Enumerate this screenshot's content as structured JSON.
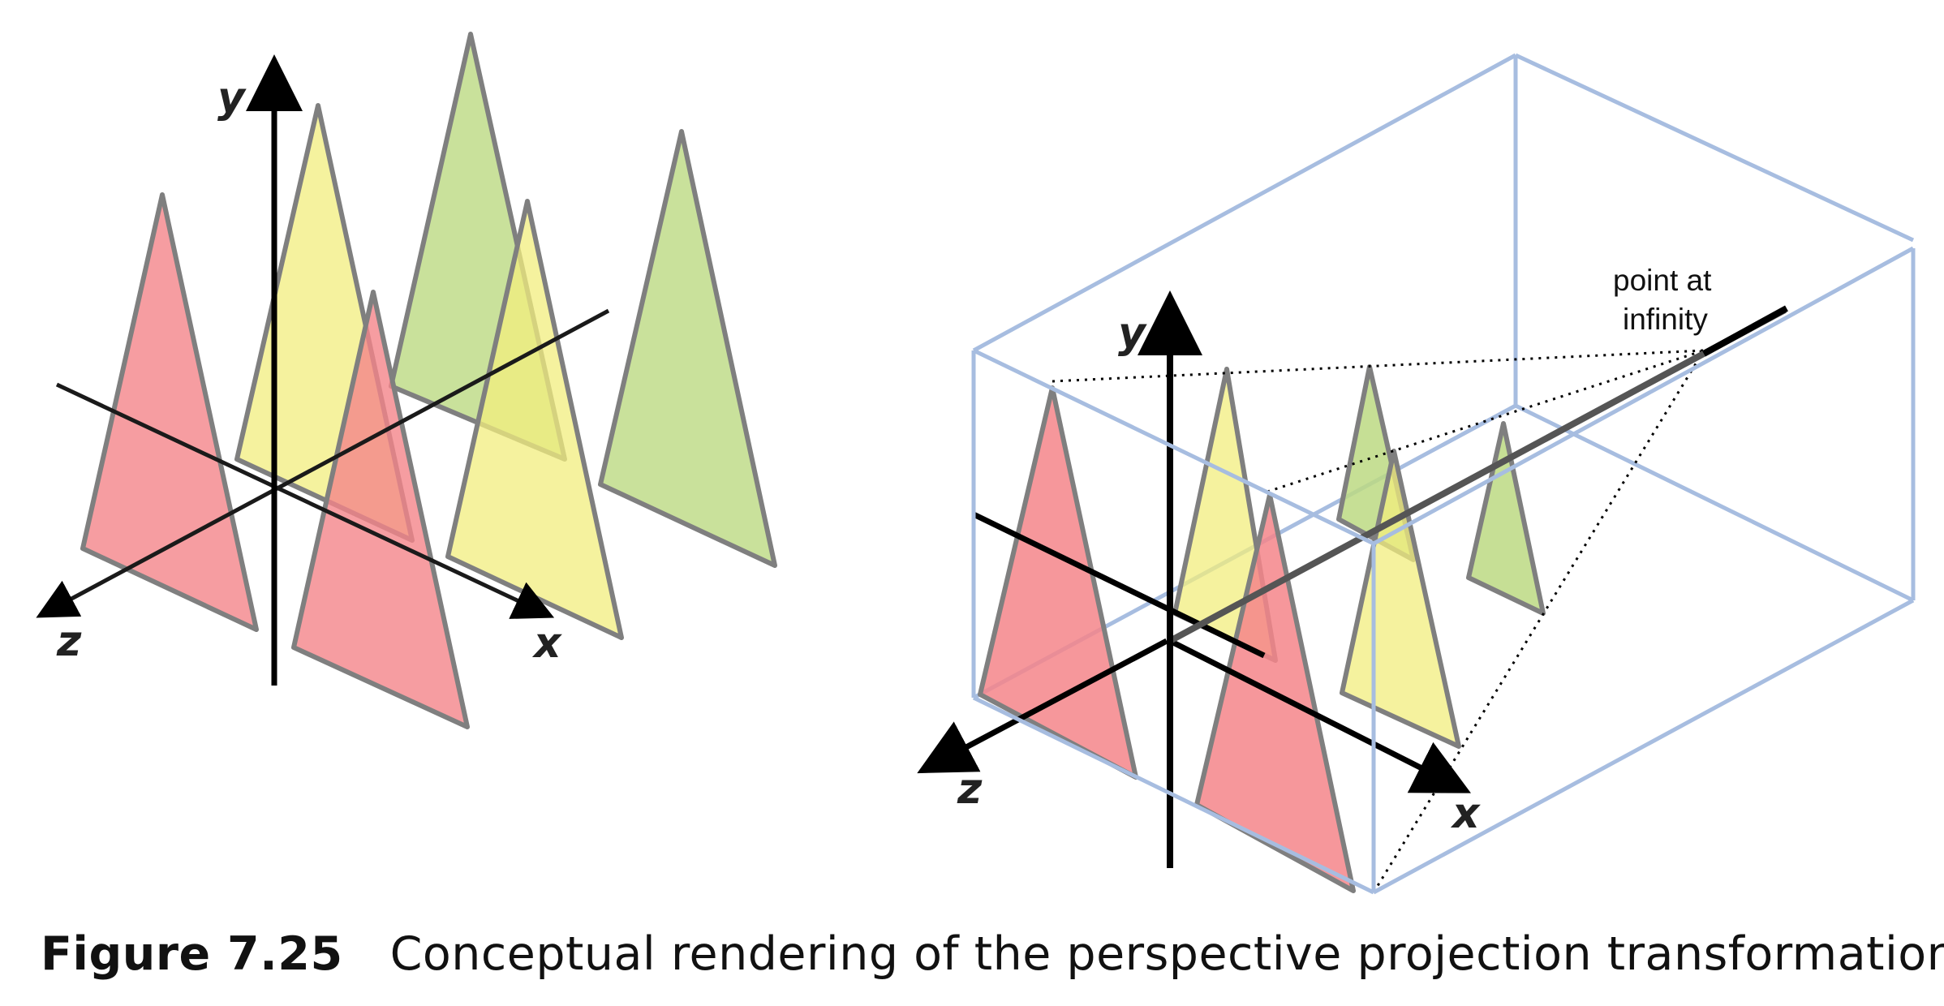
{
  "caption": {
    "figure_number": "Figure 7.25",
    "text": "Conceptual rendering of the perspective projection transformation"
  },
  "left_panel": {
    "axis_labels": {
      "x": "x",
      "y": "y",
      "z": "z"
    }
  },
  "right_panel": {
    "axis_labels": {
      "x": "x",
      "y": "y",
      "z": "z"
    },
    "annotation_line1": "point at",
    "annotation_line2": "infinity"
  },
  "colors": {
    "red_triangle": "#f4858a",
    "yellow_triangle": "#f2ee7e",
    "green_triangle": "#bcd982",
    "triangle_outline": "#7f7f7f",
    "frustum_edge": "#a7bde0",
    "axis": "#000000"
  }
}
